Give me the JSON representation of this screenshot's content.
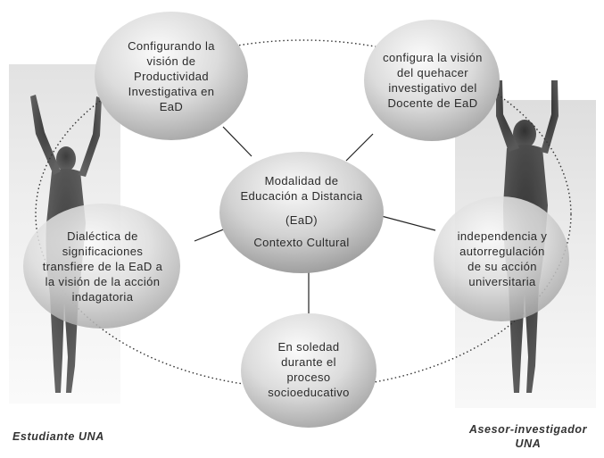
{
  "center": {
    "line1": "Modalidad de",
    "line2": "Educación a Distancia",
    "line3": "(EaD)",
    "line4": "Contexto Cultural"
  },
  "nodes": {
    "top_left": "Configurando la\nvisión de\nProductividad\nInvestigativa  en\nEaD",
    "top_right": "configura la visión\ndel quehacer\ninvestigativo del\nDocente de EaD",
    "mid_left": "Dialéctica de\nsignificaciones\ntransfiere de la EaD a\nla visión de la acción\nindagatoria",
    "mid_right": "independencia y\nautorregulación\nde su acción\nuniversitaria",
    "bottom": "En soledad\ndurante el\nproceso\nsocioeducativo"
  },
  "captions": {
    "left": "Estudiante UNA",
    "right_line1": "Asesor-investigador",
    "right_line2": "UNA"
  },
  "colors": {
    "sphere_light": "#f2f2f2",
    "sphere_dark": "#a9a9a9",
    "silhouette": "#2b2b2b"
  }
}
